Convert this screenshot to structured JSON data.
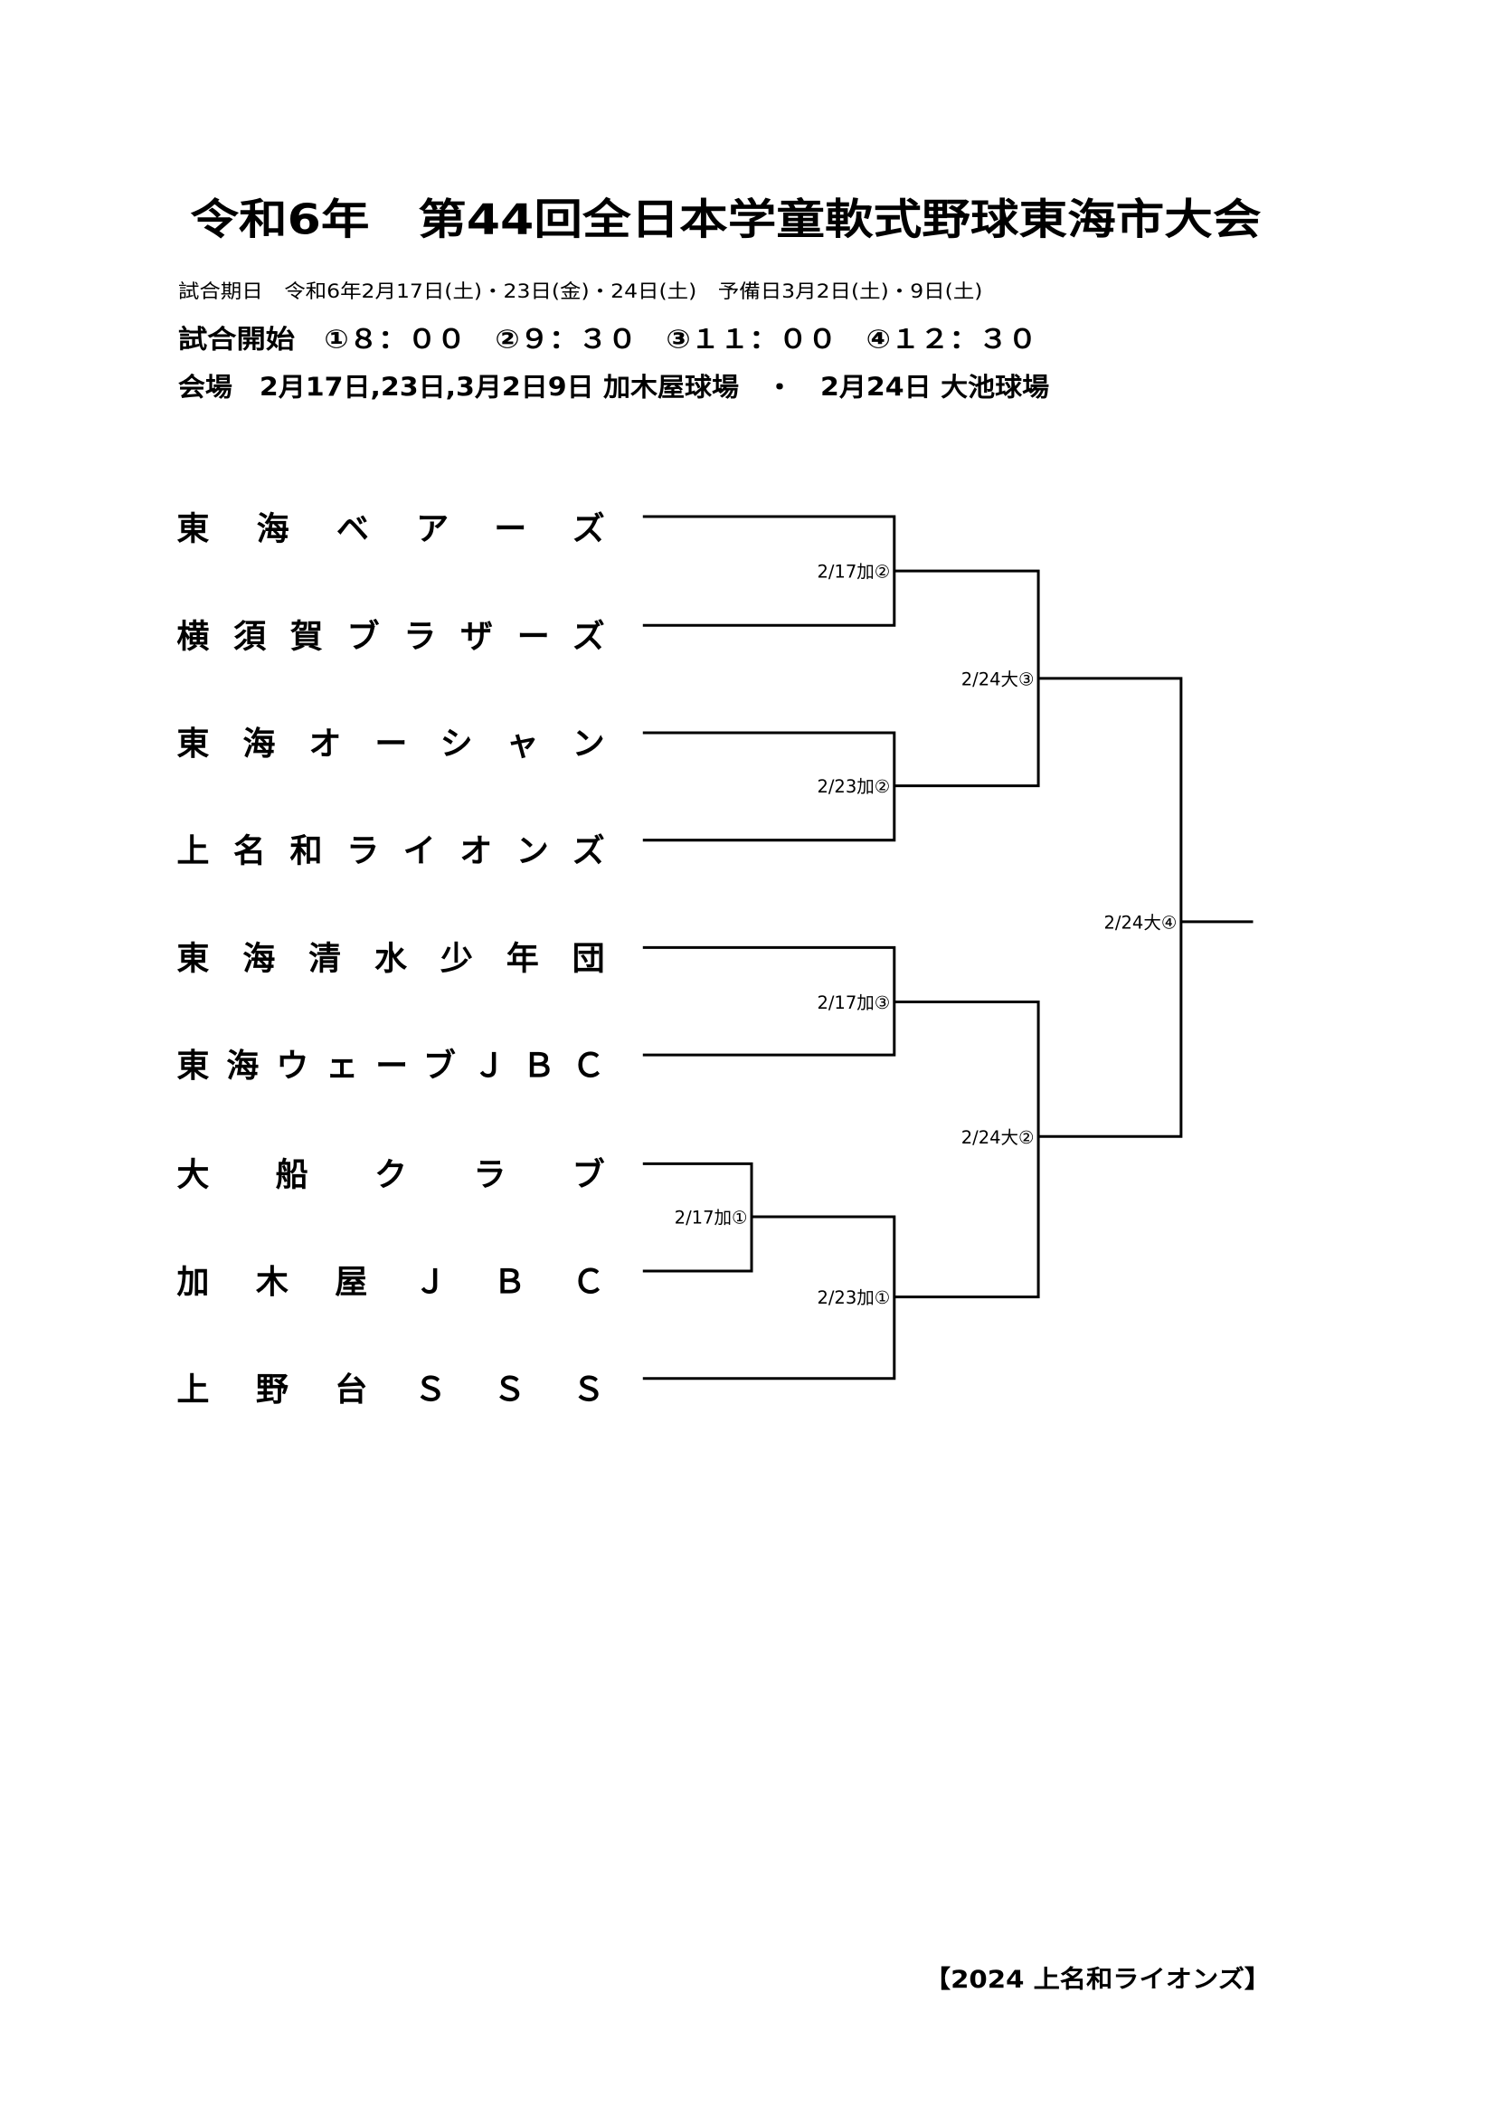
{
  "title": "令和6年　第44回全日本学童軟式野球東海市大会",
  "schedule": "試合期日　令和6年2月17日(土)・23日(金)・24日(土)　予備日3月2日(土)・9日(土)",
  "start_times": "試合開始　①８：００　②９：３０　③１１：００　④１２：３０",
  "venue": "会場　2月17日,23日,3月2日9日 加木屋球場　・　2月24日 大池球場",
  "teams": [
    "東海ベアーズ",
    "横須賀ブラザーズ",
    "東海オーシャン",
    "上名和ライオンズ",
    "東海清水少年団",
    "東海ウェーブＪＢＣ",
    "大船クラブ",
    "加木屋ＪＢＣ",
    "上野台ＳＳＳ"
  ],
  "matches": {
    "r1_a": "2/17加②",
    "r1_b": "2/23加②",
    "r1_c": "2/17加③",
    "r0_d": "2/17加①",
    "r1_d": "2/23加①",
    "semi_top": "2/24大③",
    "semi_bottom": "2/24大②",
    "final": "2/24大④"
  },
  "footer": "【2024 上名和ライオンズ】"
}
